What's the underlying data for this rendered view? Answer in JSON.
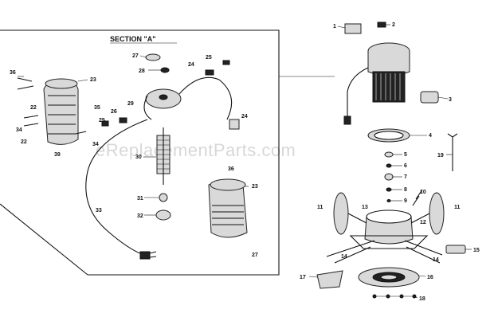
{
  "section": {
    "title": "SECTION \"A\""
  },
  "watermark": "eReplacementParts.com",
  "callouts_left": {
    "c36a": "36",
    "c23a": "23",
    "c22a": "22",
    "c35": "35",
    "c34": "34",
    "c22b": "22",
    "c39": "39",
    "c27a": "27",
    "c28": "28",
    "c29": "29",
    "c24a": "24",
    "c25a": "25",
    "c26": "26",
    "c25b": "25",
    "c24b": "24",
    "c30": "30",
    "c31": "31",
    "c32": "32",
    "c33": "33",
    "c36b": "36",
    "c23b": "23",
    "c27b": "27",
    "c34b": "34"
  },
  "callouts_right": {
    "c1": "1",
    "c2": "2",
    "c3": "3",
    "c4": "4",
    "c5": "5",
    "c6": "6",
    "c7": "7",
    "c8": "8",
    "c9": "9",
    "c10": "10",
    "c11": "11",
    "c11b": "11",
    "c12": "12",
    "c13": "13",
    "c14a": "14",
    "c14b": "14",
    "c15": "15",
    "c16": "16",
    "c17": "17",
    "c18": "18",
    "c19": "19"
  }
}
